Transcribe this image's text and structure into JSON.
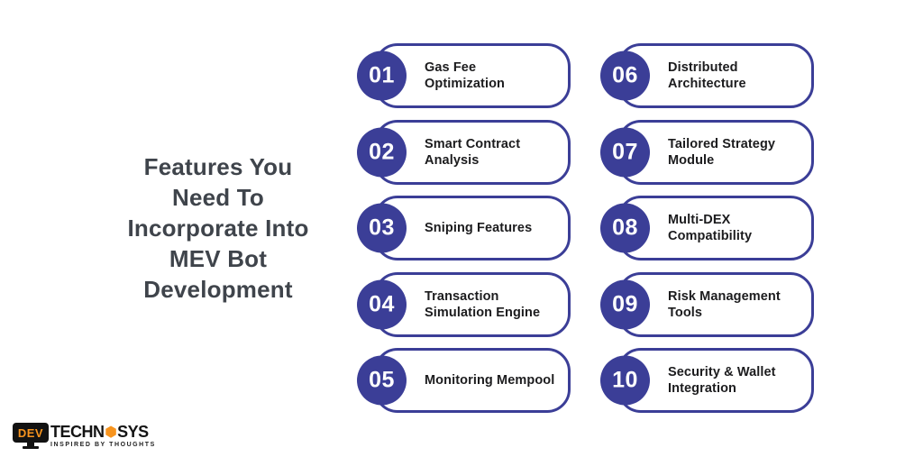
{
  "heading": {
    "text": "Features You\nNeed To\nIncorporate Into\nMEV Bot\nDevelopment"
  },
  "colors": {
    "indigo": "#3b3e97",
    "orange": "#f7941e",
    "heading": "#3f444b",
    "card_text": "#1c1c1e"
  },
  "cards": [
    {
      "number": "01",
      "title": "Gas Fee\nOptimization"
    },
    {
      "number": "02",
      "title": "Smart Contract\nAnalysis"
    },
    {
      "number": "03",
      "title": "Sniping Features"
    },
    {
      "number": "04",
      "title": "Transaction\nSimulation Engine"
    },
    {
      "number": "05",
      "title": "Monitoring Mempool"
    },
    {
      "number": "06",
      "title": "Distributed\nArchitecture"
    },
    {
      "number": "07",
      "title": "Tailored Strategy\nModule"
    },
    {
      "number": "08",
      "title": "Multi-DEX\nCompatibility"
    },
    {
      "number": "09",
      "title": "Risk Management\nTools"
    },
    {
      "number": "10",
      "title": "Security & Wallet\nIntegration"
    }
  ],
  "logo": {
    "monitor_text": "DEV",
    "word_left": "TECHN",
    "word_right": "SYS",
    "hexagon_glyph": "⬢",
    "tagline": "INSPIRED BY THOUGHTS"
  }
}
